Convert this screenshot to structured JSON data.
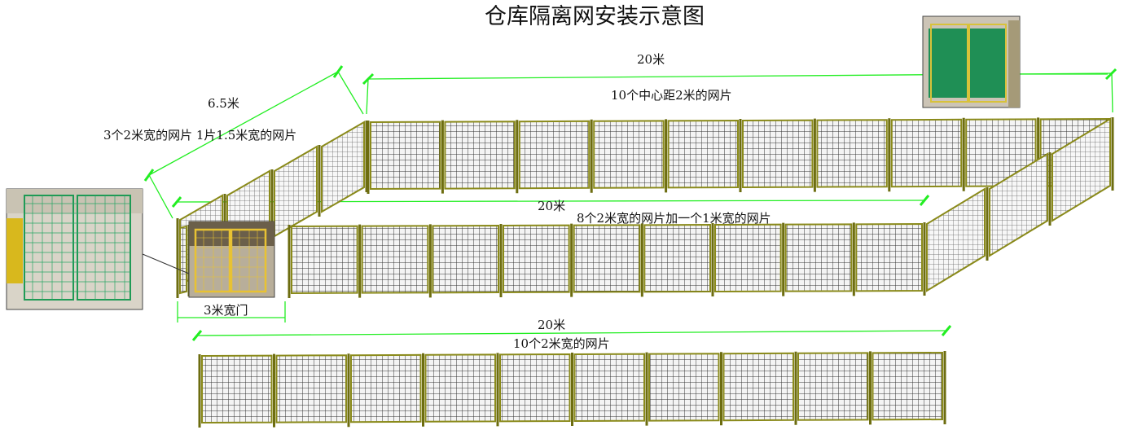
{
  "title": "仓库隔离网安装示意图",
  "colors": {
    "dimension": "#22ee22",
    "frame": "#8a8a1a",
    "mesh": "#222222",
    "photo_green": "#1f9a55",
    "photo_yellow": "#e8c233"
  },
  "top": {
    "length": "20米",
    "desc": "10个中心距2米的网片",
    "panels": 10
  },
  "left": {
    "length": "6.5米",
    "desc": "3个2米宽的网片 1片1.5米宽的网片",
    "panels": 4
  },
  "middle": {
    "length": "20米",
    "desc": "8个2米宽的网片加一个1米宽的网片",
    "panels": 9
  },
  "door": {
    "label": "3米宽门"
  },
  "bottom": {
    "length": "20米",
    "desc": "10个2米宽的网片",
    "panels": 10
  }
}
